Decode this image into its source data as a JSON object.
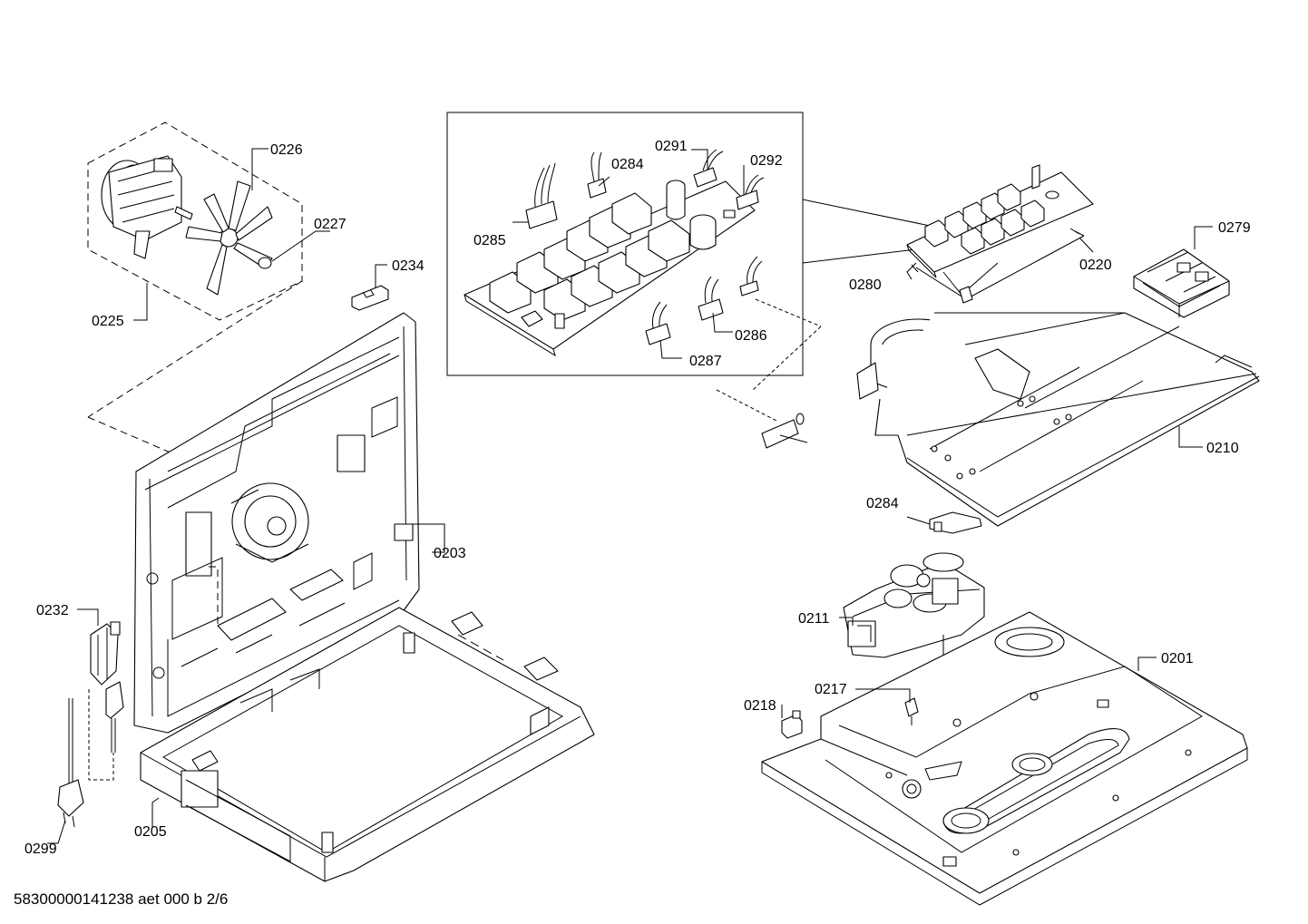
{
  "footer": "58300000141238 aet 000 b 2/6",
  "callouts": {
    "c0226": "0226",
    "c0227": "0227",
    "c0225": "0225",
    "c0234": "0234",
    "c0203": "0203",
    "c0232": "0232",
    "c0299": "0299",
    "c0205": "0205",
    "c0291": "0291",
    "c0284a": "0284",
    "c0292": "0292",
    "c0285": "0285",
    "c0286": "0286",
    "c0287": "0287",
    "c0280": "0280",
    "c0220": "0220",
    "c0279": "0279",
    "c0210": "0210",
    "c0284b": "0284",
    "c0211": "0211",
    "c0201": "0201",
    "c0217": "0217",
    "c0218": "0218"
  }
}
